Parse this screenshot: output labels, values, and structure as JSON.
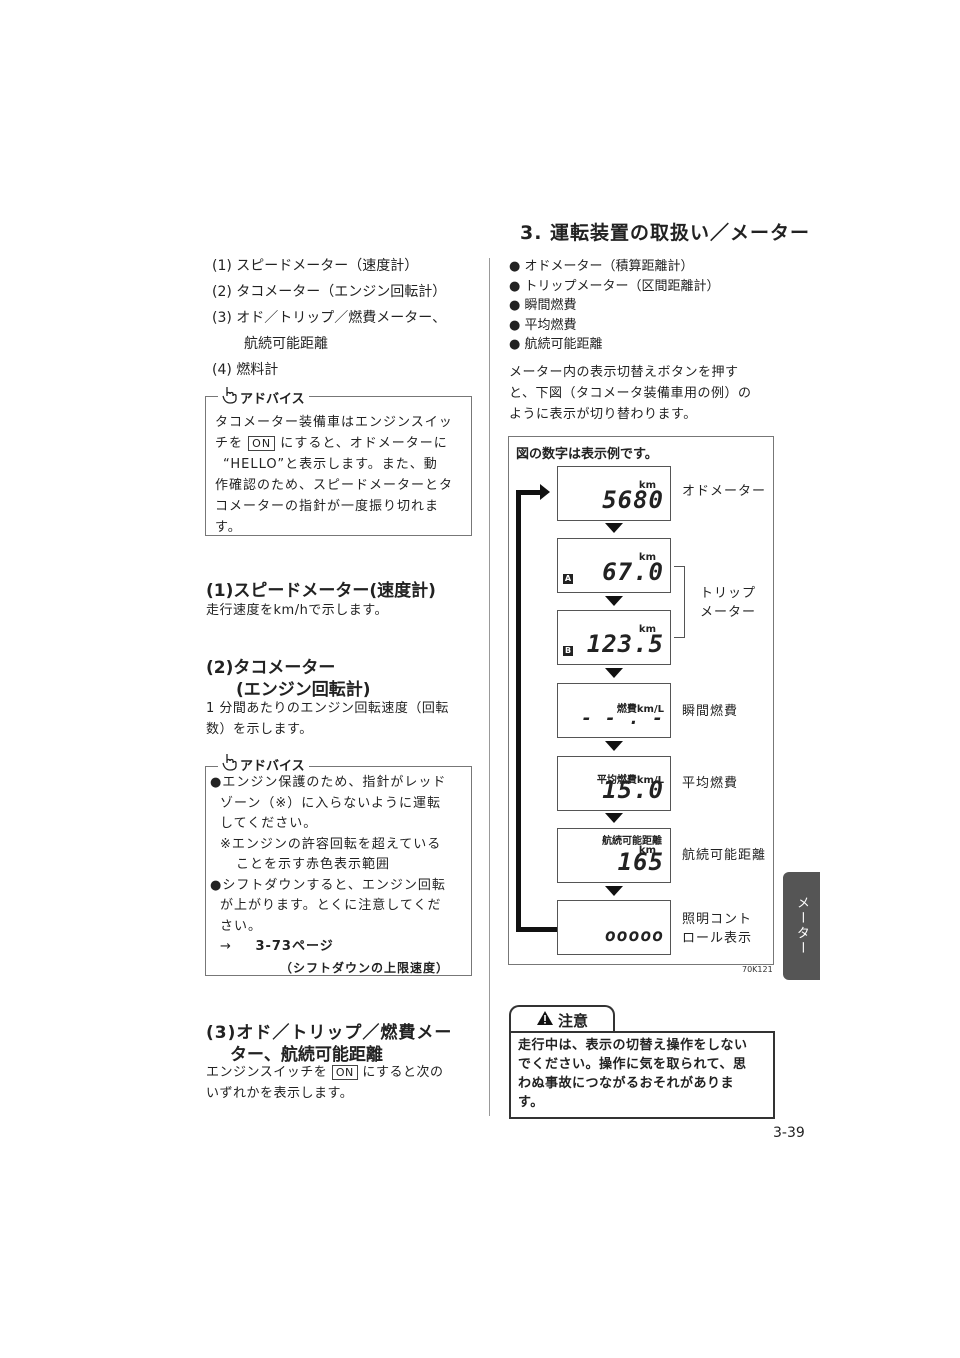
{
  "section_title": "3. 運転装置の取扱い／メーター",
  "left_list": [
    "(1) スピードメーター（速度計）",
    "(2) タコメーター（エンジン回転計）",
    "(3) オド／トリップ／燃費メーター、",
    "航続可能距離",
    "(4) 燃料計"
  ],
  "advice1": {
    "title": "アドバイス",
    "line1": "タコメーター装備車はエンジンスイッ",
    "line2a": "チを",
    "on_key": "ON",
    "line2b": "にすると、オドメーターに",
    "line3": "“HELLO”と表示します。また、動",
    "line4": "作確認のため、スピードメーターとタ",
    "line5": "コメーターの指針が一度振り切れま",
    "line6": "す。"
  },
  "s1": {
    "heading": "(1)スピードメーター(速度計)",
    "text": "走行速度をkm/hで示します。"
  },
  "s2": {
    "heading1": "(2)タコメーター",
    "heading2": "(エンジン回転計)",
    "text1": "1 分間あたりのエンジン回転速度（回転",
    "text2": "数）を示します。"
  },
  "advice2": {
    "title": "アドバイス",
    "lines": [
      "●エンジン保護のため、指針がレッド",
      "ゾーン（※）に入らないように運転",
      "してください。",
      "※エンジンの許容回転を超えている",
      "ことを示す赤色表示範囲",
      "●シフトダウンすると、エンジン回転",
      "が上がります。とくに注意してくだ",
      "さい。"
    ],
    "ref_arrow": "→",
    "ref_page": "3-73ページ",
    "ref_title": "（シフトダウンの上限速度）"
  },
  "s3": {
    "heading1": "(3)オド／トリップ／燃費メー",
    "heading2": "ター、航続可能距離",
    "text1a": "エンジンスイッチを",
    "on_key": "ON",
    "text1b": "にすると次の",
    "text2": "いずれかを表示します。"
  },
  "right_list": [
    "● オドメーター（積算距離計）",
    "● トリップメーター（区間距離計）",
    "● 瞬間燃費",
    "● 平均燃費",
    "● 航続可能距離"
  ],
  "right_para": [
    "メーター内の表示切替えボタンを押す",
    "と、下図（タコメータ装備車用の例）の",
    "ように表示が切り替わります。"
  ],
  "diagram": {
    "caption": "図の数字は表示例です。",
    "code": "70K121",
    "displays": [
      {
        "unit": "km",
        "value": "5680",
        "label": "オドメーター"
      },
      {
        "badge": "A",
        "unit": "km",
        "value": "67.0"
      },
      {
        "badge": "B",
        "unit": "km",
        "value": "123.5"
      },
      {
        "unit": "燃費km/L",
        "value": "- - . -",
        "label": "瞬間燃費"
      },
      {
        "unit": "平均燃費km/L",
        "value": "15.0",
        "label": "平均燃費"
      },
      {
        "unit": "航続可能距離",
        "unit2": "km",
        "value": "165",
        "label": "航続可能距離"
      },
      {
        "value": "ooooo",
        "label1": "照明コント",
        "label2": "ロール表示"
      }
    ],
    "trip_label1": "トリップ",
    "trip_label2": "メーター"
  },
  "caution": {
    "title": "注意",
    "lines": [
      "走行中は、表示の切替え操作をしない",
      "でください。操作に気を取られて、思",
      "わぬ事故につながるおそれがありま",
      "す。"
    ]
  },
  "side_tab": "メーター",
  "page_number": "3-39"
}
